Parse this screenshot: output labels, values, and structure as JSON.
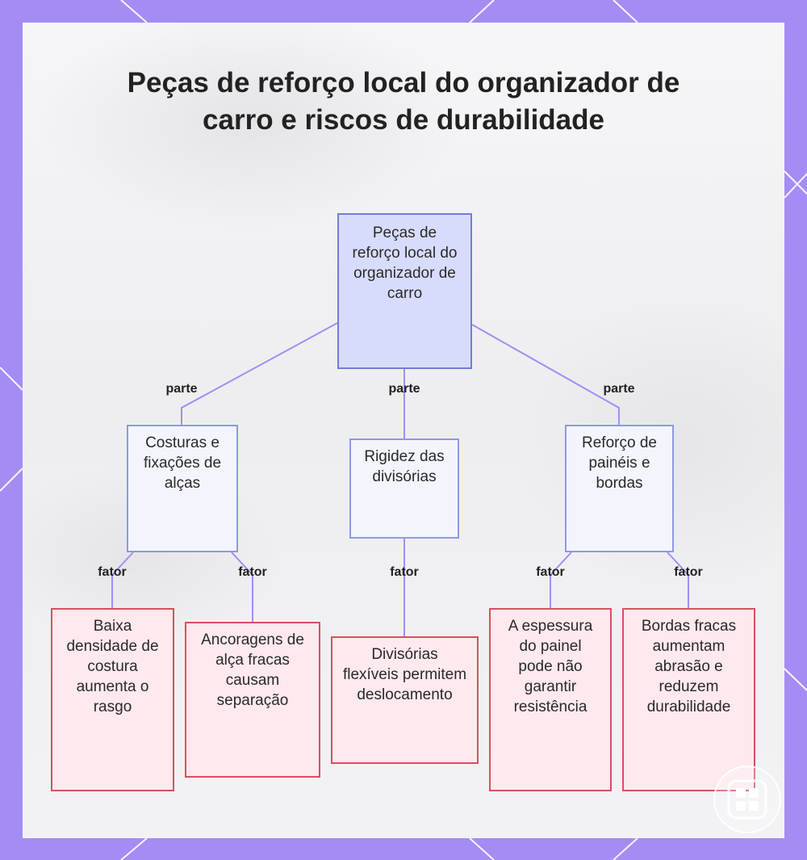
{
  "title": "Peças de reforço local do organizador de carro e riscos de durabilidade",
  "colors": {
    "frame": "#a48cf4",
    "root_fill": "#d8dcfc",
    "root_border": "#6f7ed4",
    "branch_fill": "#f3f5fd",
    "branch_border": "#8c9ae2",
    "leaf_fill": "#fde9ee",
    "leaf_border": "#d8505f",
    "edge": "#a48cf4"
  },
  "root": {
    "label": "Peças de reforço local do organizador de carro"
  },
  "branches": [
    {
      "label": "Costuras e fixações de alças",
      "edge_label": "parte",
      "leaves": [
        {
          "label": "Baixa densidade de costura aumenta o rasgo",
          "edge_label": "fator"
        },
        {
          "label": "Ancoragens de alça fracas causam separação",
          "edge_label": "fator"
        }
      ]
    },
    {
      "label": "Rigidez das divisórias",
      "edge_label": "parte",
      "leaves": [
        {
          "label": "Divisórias flexíveis permitem deslocamento",
          "edge_label": "fator"
        }
      ]
    },
    {
      "label": "Reforço de painéis e bordas",
      "edge_label": "parte",
      "leaves": [
        {
          "label": "A espessura do painel pode não garantir resistência",
          "edge_label": "fator"
        },
        {
          "label": "Bordas fracas aumentam abrasão e reduzem durabilidade",
          "edge_label": "fator"
        }
      ]
    }
  ],
  "logo_icon": "grid-logo-icon"
}
